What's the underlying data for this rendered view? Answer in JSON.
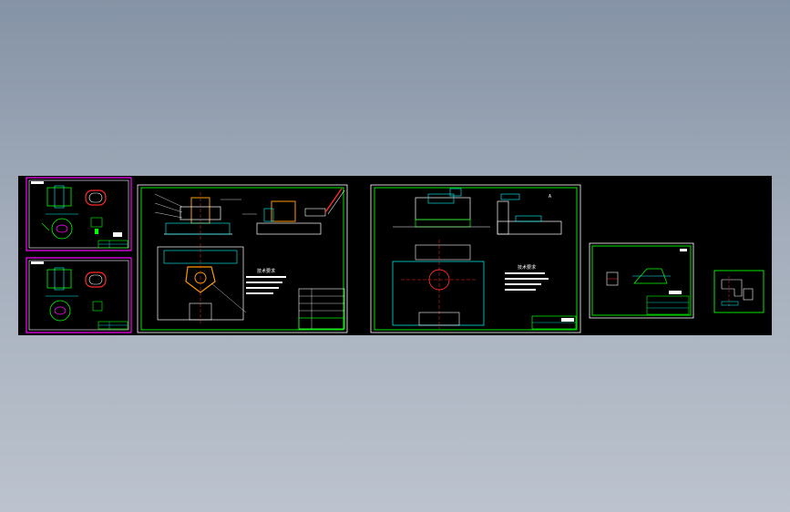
{
  "window": {
    "title": ""
  },
  "canvas": {
    "background_top": "#8593a6",
    "background_bottom": "#bcc3ce",
    "model_space_color": "#000000"
  },
  "colors": {
    "frame_magenta": "#ff00ff",
    "frame_green": "#00ff00",
    "frame_white": "#ffffff",
    "line_cyan": "#00ffff",
    "line_yellow": "#ffff00",
    "line_orange": "#ff9900",
    "line_red": "#ff2a2a",
    "line_blue": "#3f6bff"
  },
  "sheets": [
    {
      "id": "sheet-1",
      "kind": "small-part-drawing"
    },
    {
      "id": "sheet-2",
      "kind": "small-part-drawing"
    },
    {
      "id": "sheet-3",
      "kind": "fixture-assembly"
    },
    {
      "id": "sheet-4",
      "kind": "fixture-assembly"
    },
    {
      "id": "sheet-5",
      "kind": "part-drawing"
    },
    {
      "id": "sheet-6",
      "kind": "detail"
    }
  ],
  "labels": {
    "tech_requirements_heading": "技术要求",
    "sheet4_note": "A"
  }
}
